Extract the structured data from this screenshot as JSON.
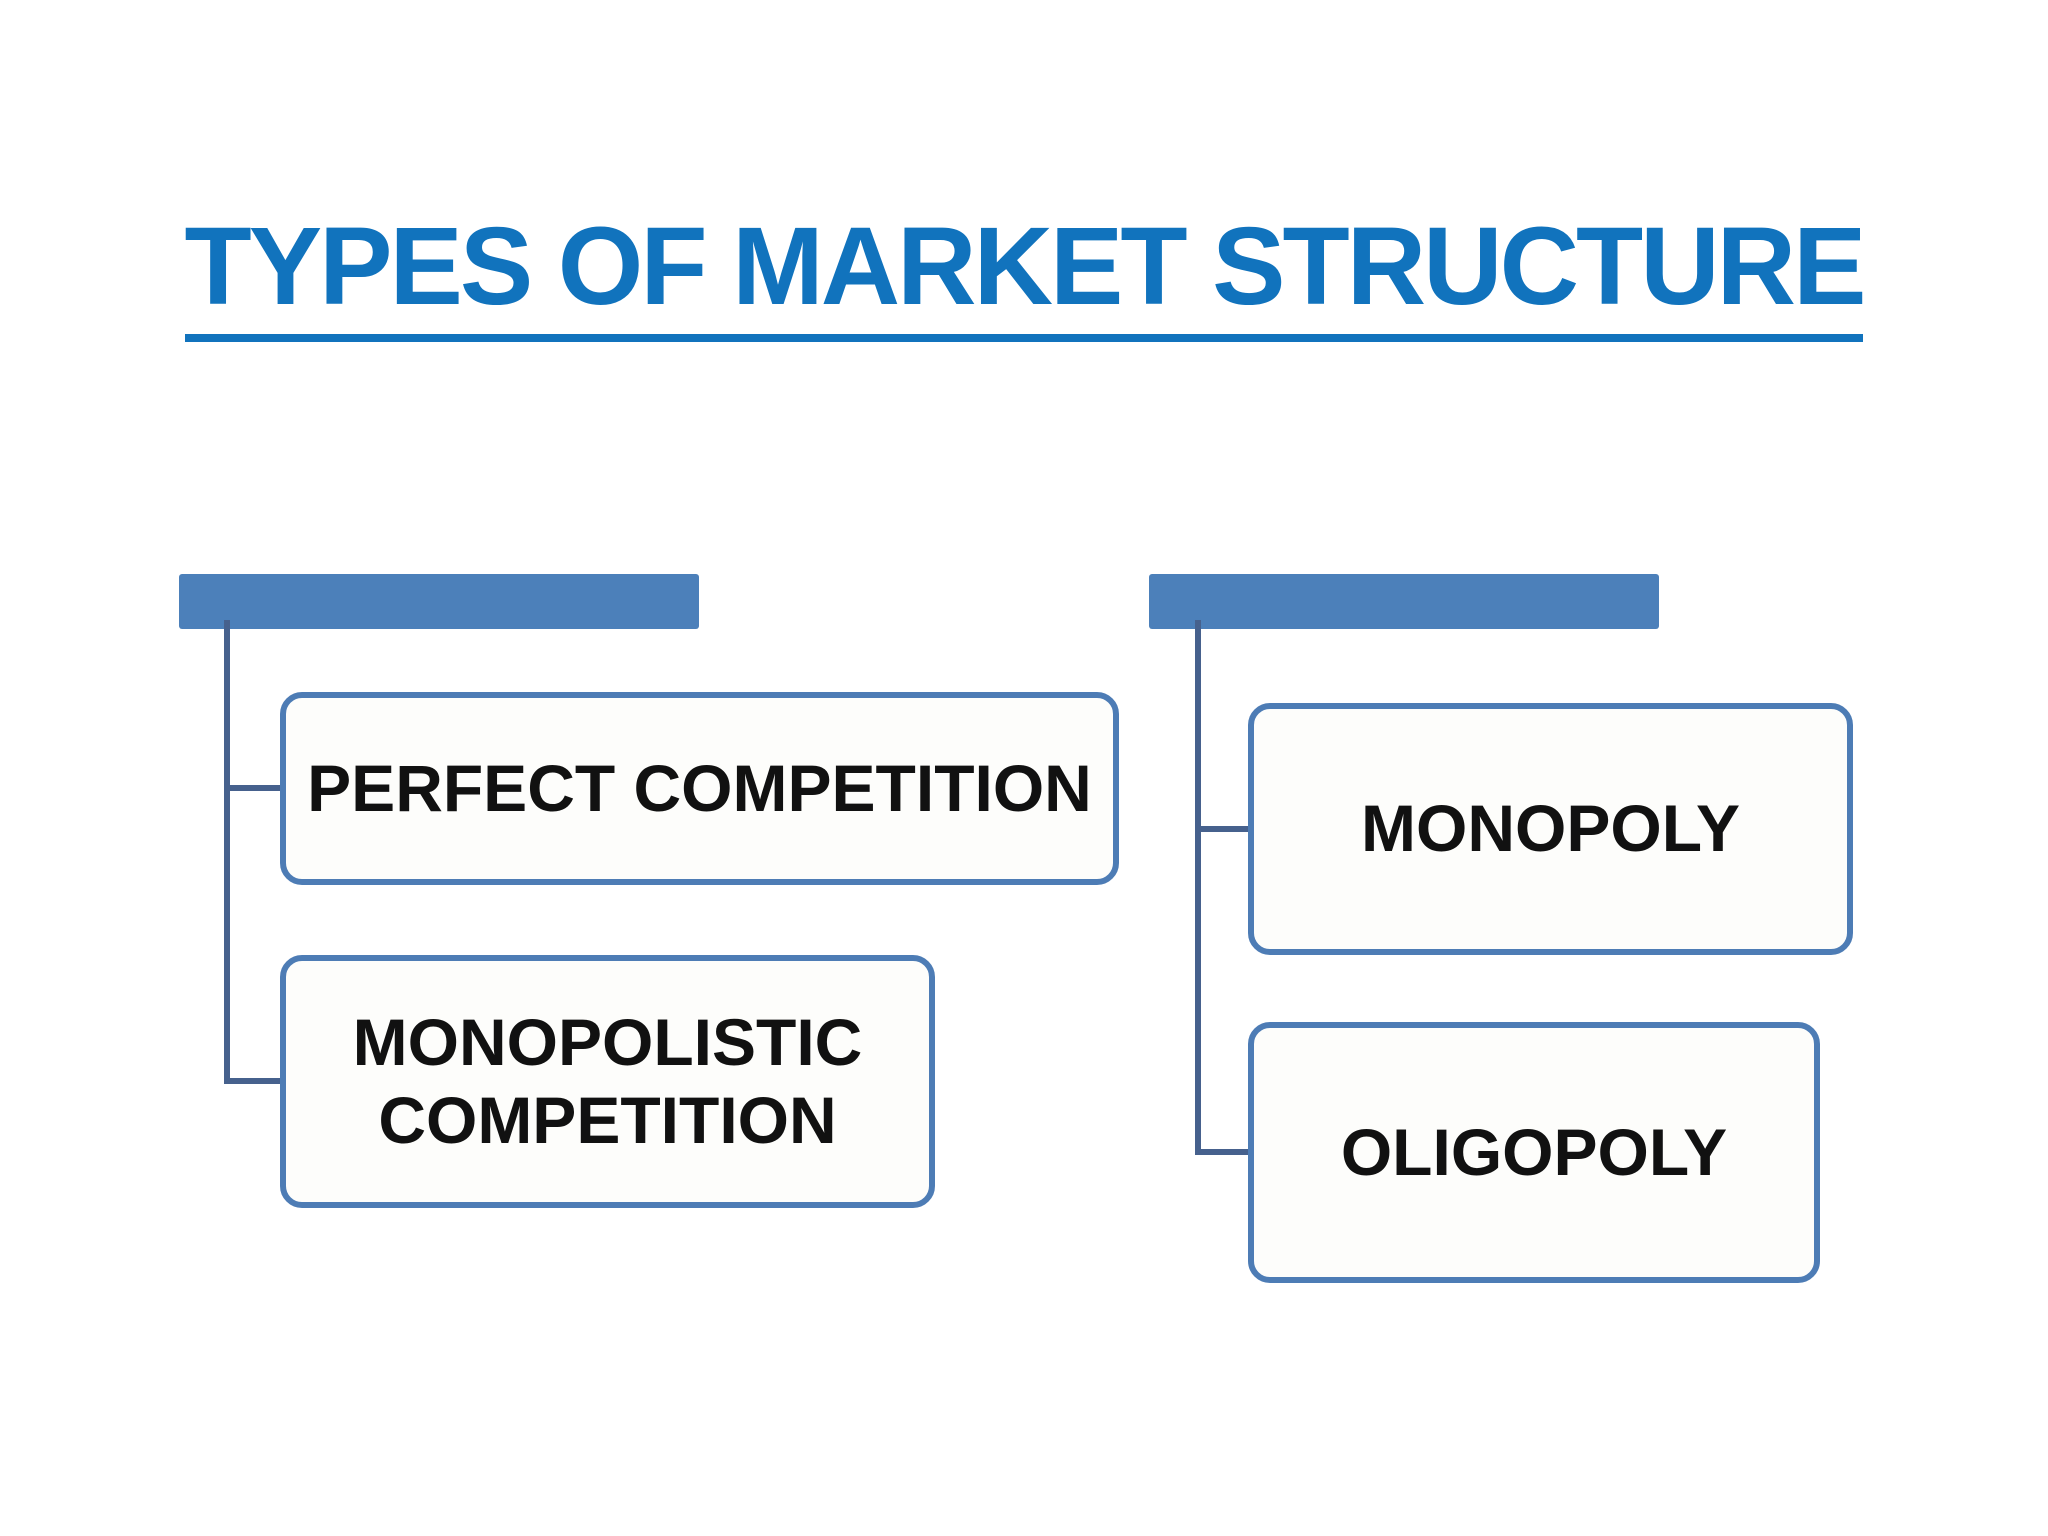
{
  "slide": {
    "title": "TYPES OF MARKET STRUCTURE"
  },
  "colors": {
    "title": "#1173bd",
    "category_bar": "#4c80ba",
    "node_border": "#4d7cb5",
    "connector": "#46618d",
    "node_text": "#111111",
    "node_background": "#fdfdfb"
  },
  "trees": [
    {
      "nodes": [
        {
          "label": "PERFECT COMPETITION"
        },
        {
          "label": "MONOPOLISTIC COMPETITION"
        }
      ]
    },
    {
      "nodes": [
        {
          "label": "MONOPOLY"
        },
        {
          "label": "OLIGOPOLY"
        }
      ]
    }
  ]
}
